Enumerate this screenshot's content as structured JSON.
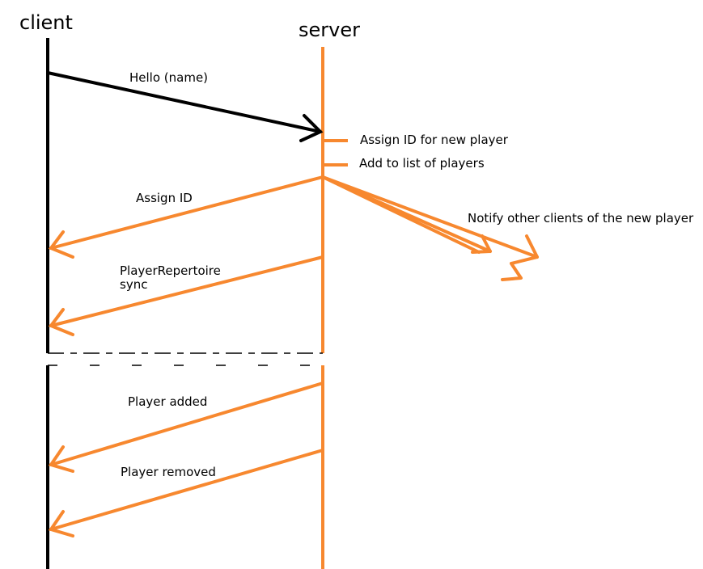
{
  "actors": {
    "client": "client",
    "server": "server"
  },
  "notes": {
    "assign_id_new_player": "Assign ID  for new player",
    "add_to_list": "Add to list of players"
  },
  "messages": {
    "hello": "Hello (name)",
    "assign_id": "Assign ID",
    "notify_clients": "Notify other clients of the new player",
    "player_repertoire_line1": "PlayerRepertoire",
    "player_repertoire_line2": "sync",
    "player_added": "Player added",
    "player_removed": "Player removed"
  },
  "colors": {
    "client_line": "#000000",
    "server_line": "#f7882f",
    "hello_arrow": "#000000",
    "server_arrows": "#f7882f",
    "separator": "#000000"
  }
}
